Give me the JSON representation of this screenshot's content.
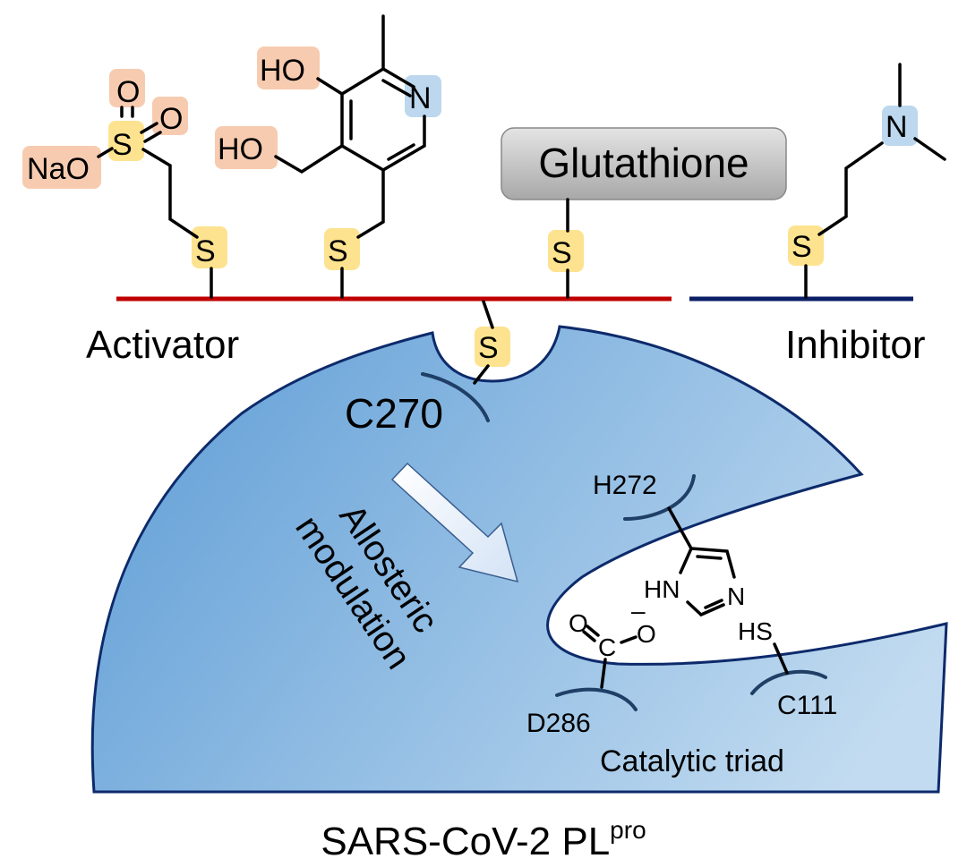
{
  "title": {
    "main": "SARS-CoV-2 PL",
    "superscript": "pro"
  },
  "labels": {
    "activator": "Activator",
    "inhibitor": "Inhibitor",
    "glutathione": "Glutathione",
    "c270": "C270",
    "allosteric_line1": "Allosteric",
    "allosteric_line2": "modulation",
    "h272": "H272",
    "d286": "D286",
    "c111": "C111",
    "catalytic_triad": "Catalytic triad"
  },
  "atoms": {
    "s": "S",
    "o": "O",
    "nao": "NaO",
    "ho": "HO",
    "n": "N",
    "hn": "HN",
    "hs": "HS",
    "c": "C",
    "minus": "–"
  },
  "colors": {
    "activator_line": "#c00000",
    "inhibitor_line": "#0a1f66",
    "sulfur_highlight": "#fde38f",
    "oxygen_highlight": "#f7cbb0",
    "nitrogen_highlight": "#bcd7ee",
    "protein_dark": "#66a2d8",
    "protein_light": "#c2dbf0"
  }
}
